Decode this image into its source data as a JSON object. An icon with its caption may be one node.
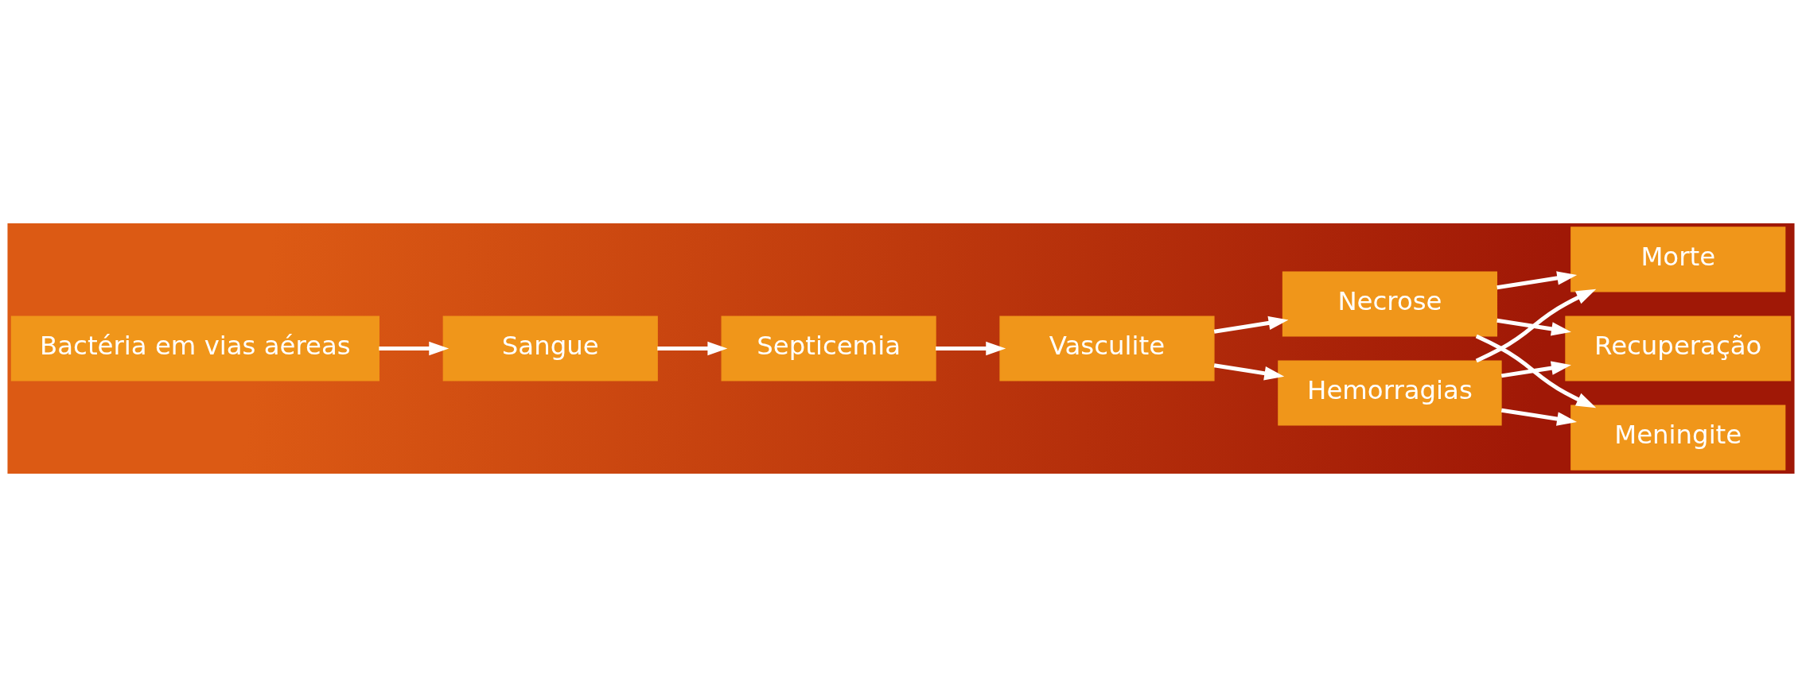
{
  "diagram": {
    "nodes": [
      {
        "text": [
          "Bactéria em vias aéreas"
        ]
      },
      {
        "text": [
          "Sangue"
        ]
      },
      {
        "text": [
          "Septicemia"
        ]
      },
      {
        "text": [
          "Vasculite"
        ]
      },
      {
        "text": [
          "Necrose"
        ]
      },
      {
        "text": [
          "Hemorragias"
        ]
      },
      {
        "text": [
          "Morte"
        ]
      },
      {
        "text": [
          "Recuperação"
        ]
      },
      {
        "text": [
          "Meningite"
        ]
      }
    ],
    "edges": [
      {
        "from": 0,
        "to": 1,
        "arrow": "to"
      },
      {
        "from": 1,
        "to": 2,
        "arrow": "to"
      },
      {
        "from": 2,
        "to": 3,
        "arrow": "to"
      },
      {
        "from": 3,
        "to": 4,
        "arrow": "to"
      },
      {
        "from": 3,
        "to": 5,
        "arrow": "to"
      },
      {
        "from": 4,
        "to": 6,
        "arrow": "to"
      },
      {
        "from": 4,
        "to": 7,
        "arrow": "to"
      },
      {
        "from": 4,
        "to": 8,
        "arrow": "to"
      },
      {
        "from": 5,
        "to": 6,
        "arrow": "to"
      },
      {
        "from": 5,
        "to": 7,
        "arrow": "to"
      },
      {
        "from": 5,
        "to": 8,
        "arrow": "to"
      }
    ]
  }
}
